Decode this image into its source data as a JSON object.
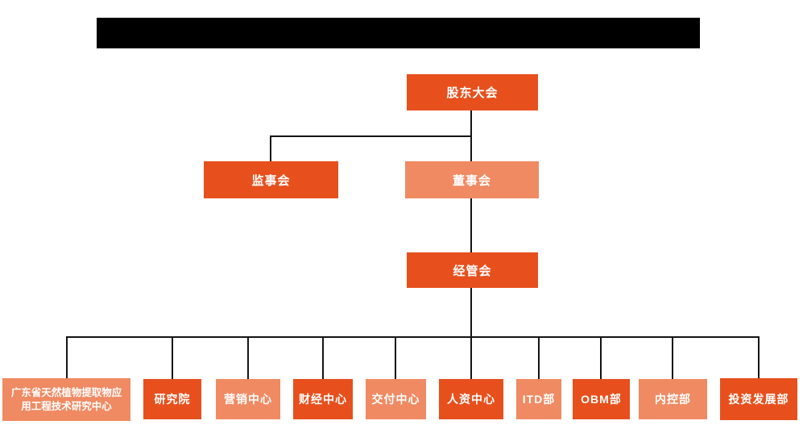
{
  "palette": {
    "primary": "#E7501D",
    "secondary": "#F08A62",
    "line_color": "#141414",
    "node_text_color": "#FFFFFF",
    "redacted_bar_color": "#000000",
    "background": "#FFFFFF"
  },
  "header": {
    "redacted_title": ""
  },
  "diagram": {
    "type": "org-chart",
    "nodes": {
      "shareholders": {
        "label": "股东大会",
        "variant": "primary"
      },
      "supervisory": {
        "label": "监事会",
        "variant": "primary"
      },
      "board": {
        "label": "董事会",
        "variant": "secondary"
      },
      "management": {
        "label": "经管会",
        "variant": "primary"
      },
      "research_center": {
        "label": "广东省天然植物提取物应用工程技术研究中心",
        "variant": "secondary"
      },
      "institute": {
        "label": "研究院",
        "variant": "primary"
      },
      "marketing": {
        "label": "营销中心",
        "variant": "secondary"
      },
      "finance": {
        "label": "财经中心",
        "variant": "primary"
      },
      "delivery": {
        "label": "交付中心",
        "variant": "secondary"
      },
      "hr": {
        "label": "人资中心",
        "variant": "primary"
      },
      "itd": {
        "label": "ITD部",
        "variant": "secondary"
      },
      "obm": {
        "label": "OBM部",
        "variant": "primary"
      },
      "internal_control": {
        "label": "内控部",
        "variant": "secondary"
      },
      "investment": {
        "label": "投资发展部",
        "variant": "primary"
      }
    },
    "edges": [
      {
        "from": "shareholders",
        "to": "supervisory"
      },
      {
        "from": "shareholders",
        "to": "board"
      },
      {
        "from": "board",
        "to": "management"
      },
      {
        "from": "management",
        "to": "research_center"
      },
      {
        "from": "management",
        "to": "institute"
      },
      {
        "from": "management",
        "to": "marketing"
      },
      {
        "from": "management",
        "to": "finance"
      },
      {
        "from": "management",
        "to": "delivery"
      },
      {
        "from": "management",
        "to": "hr"
      },
      {
        "from": "management",
        "to": "itd"
      },
      {
        "from": "management",
        "to": "obm"
      },
      {
        "from": "management",
        "to": "internal_control"
      },
      {
        "from": "management",
        "to": "investment"
      }
    ]
  }
}
